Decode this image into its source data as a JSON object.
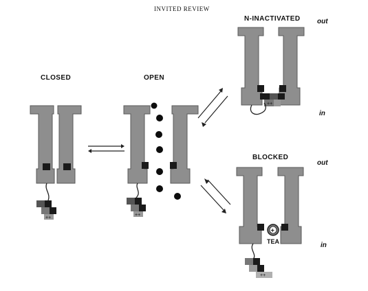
{
  "header": {
    "title": "INVITED REVIEW"
  },
  "states": {
    "closed": "CLOSED",
    "open": "OPEN",
    "n_inactivated": "N-INACTIVATED",
    "blocked": "BLOCKED"
  },
  "sides": {
    "top_out": "out",
    "top_in": "in",
    "bottom_out": "out",
    "bottom_in": "in"
  },
  "blocker": {
    "label": "TEA",
    "symbol": "+"
  },
  "particle_charge": "++",
  "colors": {
    "subunit": "#8e8e8e",
    "subunit_edge": "#5a5a5a",
    "gate": "#1a1a1a",
    "ion": "#0d0d0d",
    "arrow": "#222222"
  }
}
